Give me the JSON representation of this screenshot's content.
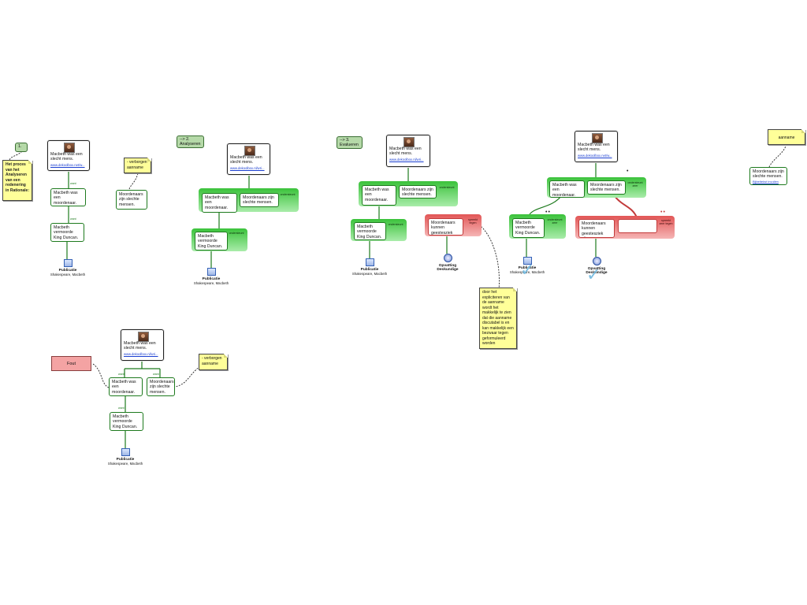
{
  "accent": {
    "green": "#1d7a1d",
    "red": "#c23b3b",
    "note_yellow": "#ffff99",
    "link_blue": "#1b3fd1"
  },
  "map1": {
    "tag": "1.",
    "intro_note": "Het proces van het Analyseren van een redenering in Rationale:",
    "claim_text": "Macbeth was een slecht mens.",
    "claim_url": "www.dekoolbox.net/w...",
    "reason1_text": "Macbeth was een moordenaar.",
    "reason1_tag": "want",
    "reason2_text": "Macbeth vermoorde King Duncan.",
    "reason2_tag": "want",
    "assumption_note": "- verborgen aanname",
    "assumption_text": "Moordenaars zijn slechte mensen.",
    "pub_title": "Publicatie",
    "pub_sub": "Shakespeare, Macbeth"
  },
  "map2": {
    "tag": "--> 2. Analyseren",
    "claim_text": "Macbeth was een slecht mens.",
    "claim_url": "www.dekoolbox.nl/wri...",
    "reason_a": "Macbeth was een moordenaar.",
    "reason_b": "Moordenaars zijn slechte mensen.",
    "band1_label": "ondersteunt",
    "reason_c": "Macbeth vermoorde King Duncan.",
    "band2_label": "ondersteunt",
    "pub_title": "Publicatie",
    "pub_sub": "Shakespeare, Macbeth"
  },
  "map3": {
    "tag": "--> 3. Evalueren",
    "claim_text": "Macbeth was een slecht mens.",
    "claim_url": "www.dekoolbox.nl/wri...",
    "reason_a": "Macbeth was een moordenaar.",
    "reason_b": "Moordenaars zijn slechte mensen.",
    "band1_label": "ondersteunt",
    "reason_c": "Macbeth vermoorde King Duncan.",
    "band2_label": "ondersteunt",
    "objection_text": "Moordenaars kunnen geestesziek zijn.",
    "objection_label": "spreekt tegen",
    "pub_title": "Publicatie",
    "pub_sub": "Shakespeare, Macbeth",
    "expert_title": "Opvatting Deskundige",
    "explain_note": "door het expliciteren van de aanname wordt het makkelijk te zien dat die aanname discutabel is en kan makkelijk een bezwaar tegen geformuleerd worden"
  },
  "map4": {
    "claim_text": "Macbeth was een slecht mens.",
    "claim_url": "www.dekoolbox.net/w...",
    "reason_a": "Macbeth was een moordenaar.",
    "reason_b": "Moordenaars zijn slechte mensen.",
    "band1_label": "ondersteunt zeer",
    "reason_c": "Macbeth vermoorde King Duncan.",
    "band2_label": "ondersteunt zeer",
    "objection_text": "Moordenaars kunnen geestesziek zijn.",
    "objection_label": "spreekt zeer tegen",
    "pub_title": "Publicatie",
    "pub_sub": "Shakespeare, Macbeth",
    "expert_title": "Opvatting Deskundige"
  },
  "map5": {
    "note": "aanname",
    "claim_text": "Moordenaars zijn slechte mensen.",
    "claim_url": "Bijbeltekst invullen"
  },
  "map6": {
    "fout_label": "Fout",
    "claim_text": "Macbeth was een slecht mens.",
    "claim_url": "www.dekoolbox.nl/wri...",
    "reason_a": "Macbeth was een moordenaar.",
    "reason_a_tag": "want",
    "reason_b": "Moordenaars zijn slechte mensen.",
    "reason_b_tag": "want",
    "assumption_note": "- verborgen aanname",
    "reason_c": "Macbeth vermoorde King Duncan.",
    "reason_c_tag": "want",
    "pub_title": "Publicatie",
    "pub_sub": "Shakespeare, Macbeth"
  }
}
